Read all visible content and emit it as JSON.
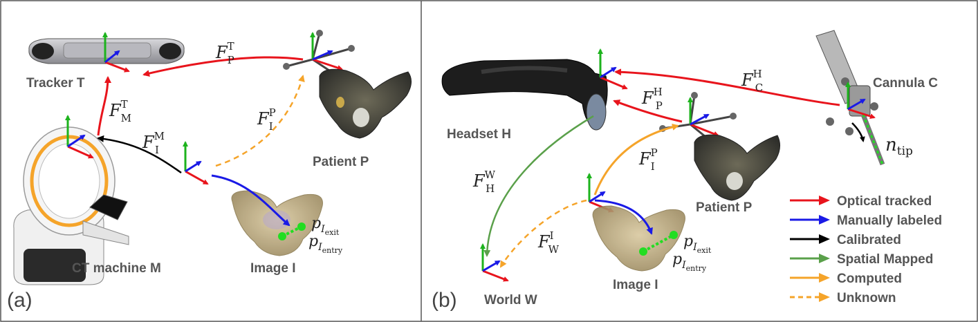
{
  "panel_a": {
    "tag": "(a)",
    "nodes": {
      "tracker": "Tracker T",
      "patient": "Patient P",
      "ct": "CT machine M",
      "image": "Image I"
    },
    "transforms": {
      "fpt": {
        "base": "F",
        "sup": "T",
        "sub": "P"
      },
      "fmt": {
        "base": "F",
        "sup": "T",
        "sub": "M"
      },
      "fim": {
        "base": "F",
        "sup": "M",
        "sub": "I"
      },
      "fip": {
        "base": "F",
        "sup": "P",
        "sub": "I"
      }
    },
    "points": {
      "exit": {
        "base": "p",
        "sub": "I",
        "subsub": "exit"
      },
      "entry": {
        "base": "p",
        "sub": "I",
        "subsub": "entry"
      }
    }
  },
  "panel_b": {
    "tag": "(b)",
    "nodes": {
      "headset": "Headset H",
      "cannula": "Cannula C",
      "patient": "Patient P",
      "image": "Image I",
      "world": "World W"
    },
    "transforms": {
      "fch": {
        "base": "F",
        "sup": "H",
        "sub": "C"
      },
      "fph": {
        "base": "F",
        "sup": "H",
        "sub": "P"
      },
      "fhw": {
        "base": "F",
        "sup": "W",
        "sub": "H"
      },
      "fip": {
        "base": "F",
        "sup": "P",
        "sub": "I"
      },
      "fwi": {
        "base": "F",
        "sup": "I",
        "sub": "W"
      }
    },
    "ntip": {
      "base": "n",
      "sub": "tip"
    },
    "points": {
      "exit": {
        "base": "p",
        "sub": "I",
        "subsub": "exit"
      },
      "entry": {
        "base": "p",
        "sub": "I",
        "subsub": "entry"
      }
    }
  },
  "legend": [
    {
      "label": "Optical tracked",
      "color": "#e8141c",
      "dashed": false
    },
    {
      "label": "Manually labeled",
      "color": "#1a1ae6",
      "dashed": false
    },
    {
      "label": "Calibrated",
      "color": "#000000",
      "dashed": false
    },
    {
      "label": "Spatial Mapped",
      "color": "#5aa04a",
      "dashed": false
    },
    {
      "label": "Computed",
      "color": "#f5a42a",
      "dashed": false
    },
    {
      "label": "Unknown",
      "color": "#f5a42a",
      "dashed": true
    }
  ],
  "colors": {
    "red": "#e8141c",
    "blue": "#1a1ae6",
    "black": "#000000",
    "green": "#5aa04a",
    "orange": "#f5a42a",
    "axis_green": "#1db31d",
    "point_green": "#22dd22"
  }
}
